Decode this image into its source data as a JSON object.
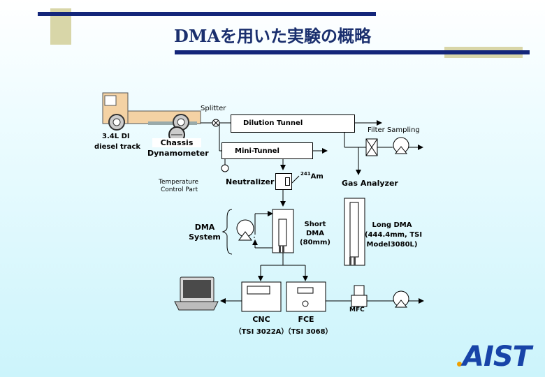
{
  "slide": {
    "title": "DMAを用いた実験の概略",
    "logo_text": "AIST",
    "colors": {
      "title": "#1a2f6e",
      "bar": "#13267a",
      "accent": "#d8d6a8",
      "logo": "#1844a8"
    }
  },
  "labels": {
    "splitter": "Splitter",
    "dilution_tunnel": "Dilution Tunnel",
    "filter_sampling": "Filter Sampling",
    "engine_line1": "3.4L DI",
    "engine_line2": "diesel track",
    "chassis_line1": "Chassis",
    "chassis_line2": "Dynamometer",
    "mini_tunnel": "Mini-Tunnel",
    "temperature_line1": "Temperature",
    "temperature_line2": "Control Part",
    "neutralizer": "Neutralizer",
    "am_sup": "241",
    "am": "Am",
    "gas_analyzer": "Gas Analyzer",
    "dma_system_line1": "DMA",
    "dma_system_line2": "System",
    "short_dma_line1": "Short",
    "short_dma_line2": "DMA",
    "short_dma_line3": "(80mm)",
    "long_dma_line1": "Long  DMA",
    "long_dma_line2": "(444.4mm, TSI",
    "long_dma_line3": "Model3080L)",
    "mfc": "MFC",
    "cnc": "CNC",
    "cnc_model": "（TSI 3022A）",
    "fce": "FCE",
    "fce_model": "（TSI 3068）"
  },
  "icons": [
    "truck-icon",
    "pump-icon",
    "filter-icon",
    "laptop-icon",
    "valve-icon",
    "dma-column-icon"
  ]
}
